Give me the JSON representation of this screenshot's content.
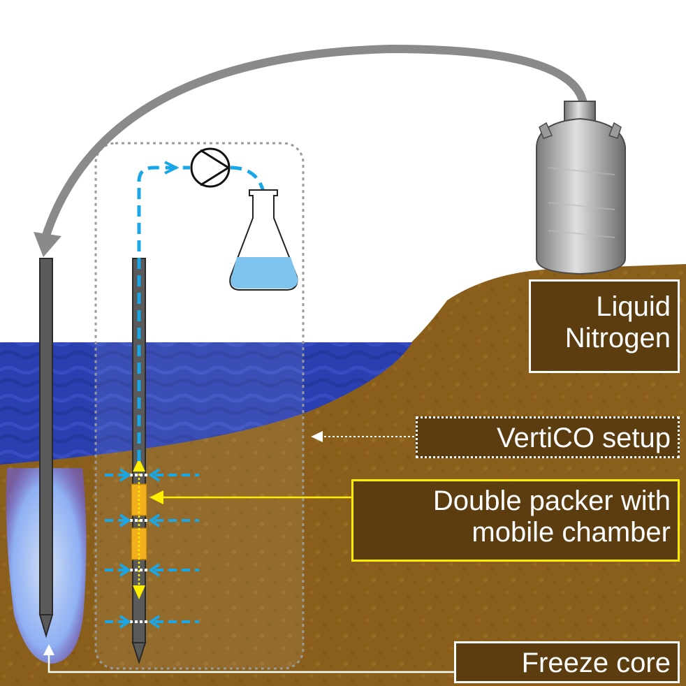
{
  "labels": {
    "liquid_nitrogen": [
      "Liquid",
      "Nitrogen"
    ],
    "vertico_setup": "VertiCO setup",
    "double_packer": [
      "Double packer with",
      "mobile chamber"
    ],
    "freeze_core": "Freeze core"
  },
  "colors": {
    "sky": "#ffffff",
    "water": "#2a3fb0",
    "soil": "#8a5f1c",
    "soil_dark": "#6e4a14",
    "label_bg": "#5b3d10",
    "pipe": "#555555",
    "flow_arrow": "#1aa7e8",
    "packer": "#f2b01e",
    "yellow_arrow": "#ffee00",
    "frozen_glow": "#a8c8ff",
    "liquid": "#7ec4ef"
  },
  "icons": [
    "dewar-icon",
    "pump-icon",
    "flask-icon",
    "return-arrow-icon"
  ]
}
